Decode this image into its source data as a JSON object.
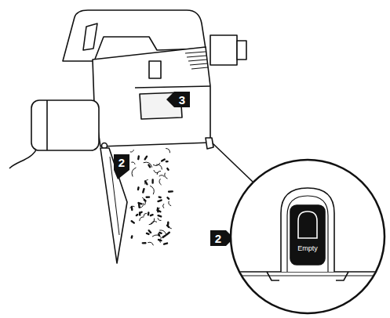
{
  "diagram": {
    "labels": [
      "3",
      "2",
      "2",
      "Empty"
    ]
  }
}
